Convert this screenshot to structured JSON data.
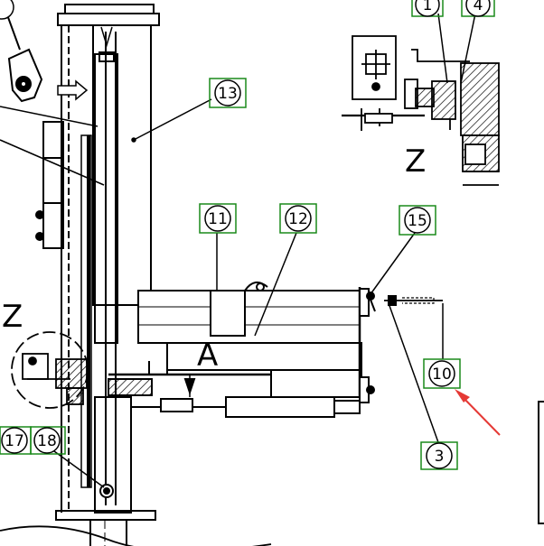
{
  "drawing": {
    "section_marks": {
      "z_top": "Z",
      "z_left": "Z",
      "a_mark": "A"
    },
    "callouts": {
      "c1": "1",
      "c4": "4",
      "c3": "3",
      "c10": "10",
      "c11": "11",
      "c12": "12",
      "c13": "13",
      "c15": "15",
      "c17": "17",
      "c18": "18"
    },
    "callout_border_color": "#1a8a1a",
    "arrow_color": "#e53935",
    "line_color": "#000000"
  }
}
